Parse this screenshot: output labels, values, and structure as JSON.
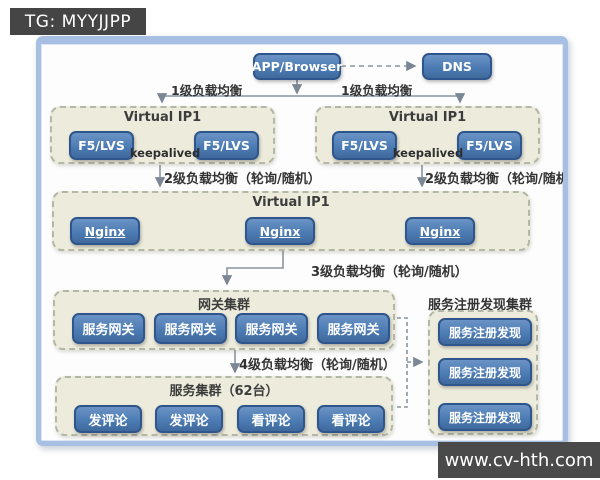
{
  "header": {
    "badge": "TG: MYYJJPP"
  },
  "footer": {
    "badge": "www.cv-hth.com"
  },
  "colors": {
    "node_blue": "#4f81bd",
    "node_border": "#2f568c",
    "group_cream": "#edecdc",
    "frame_blue": "#a7bfe2",
    "badge_gray": "#454545",
    "arrow_gray": "#7b8794"
  },
  "diagram": {
    "top": {
      "app": "APP/Browser",
      "dns": "DNS"
    },
    "labels": {
      "l1_left": "1级负载均衡",
      "l1_right": "1级负载均衡",
      "l2_left": "2级负载均衡（轮询/随机）",
      "l2_right": "2级负载均衡（轮询/随机",
      "l3": "3级负载均衡（轮询/随机）",
      "l4": "4级负载均衡（轮询/随机）"
    },
    "vip_left": {
      "title": "Virtual IP1",
      "link": "keepalived",
      "nodes": [
        "F5/LVS",
        "F5/LVS"
      ]
    },
    "vip_right": {
      "title": "Virtual IP1",
      "link": "keepalived",
      "nodes": [
        "F5/LVS",
        "F5/LVS"
      ]
    },
    "nginx_cluster": {
      "title": "Virtual IP1",
      "nodes": [
        "Nginx",
        "Nginx",
        "Nginx"
      ]
    },
    "gateway_cluster": {
      "title": "网关集群",
      "nodes": [
        "服务网关",
        "服务网关",
        "服务网关",
        "服务网关"
      ]
    },
    "registry_cluster": {
      "title": "服务注册发现集群",
      "nodes": [
        "服务注册发现",
        "服务注册发现",
        "服务注册发现"
      ]
    },
    "service_cluster": {
      "title": "服务集群（62台）",
      "nodes": [
        "发评论",
        "发评论",
        "看评论",
        "看评论"
      ]
    }
  }
}
